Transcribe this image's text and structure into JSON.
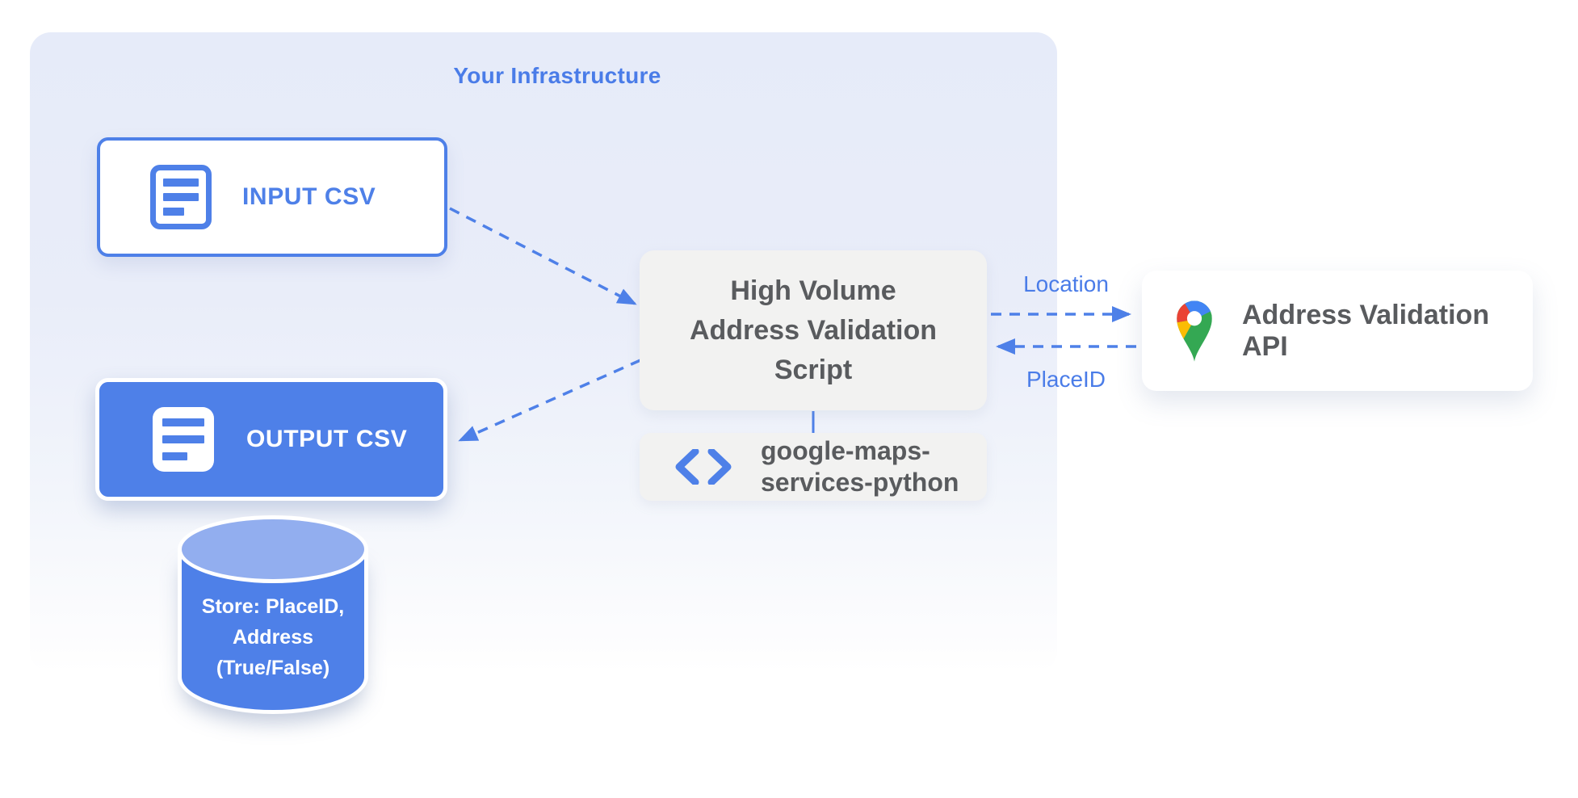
{
  "diagram": {
    "panel": {
      "title": "Your Infrastructure"
    },
    "input_csv": {
      "label": "INPUT CSV"
    },
    "output_csv": {
      "label": "OUTPUT CSV"
    },
    "datastore": {
      "line1": "Store: PlaceID,",
      "line2": "Address",
      "line3": "(True/False)"
    },
    "script": {
      "line1": "High Volume",
      "line2": "Address Validation",
      "line3": "Script"
    },
    "library": {
      "line1": "google-maps-",
      "line2": "services-python"
    },
    "api": {
      "label": "Address Validation API"
    },
    "edges": {
      "location": "Location",
      "placeid": "PlaceID"
    },
    "colors": {
      "accent_blue": "#4e80e8",
      "panel_top": "#e6ebf9",
      "cylinder_top": "#92aeef",
      "node_gray": "#f2f2f1",
      "text_gray": "#595b5e",
      "pin_red": "#ea4335",
      "pin_blue": "#4285f4",
      "pin_yellow": "#fbbc04",
      "pin_green": "#34a853"
    }
  }
}
